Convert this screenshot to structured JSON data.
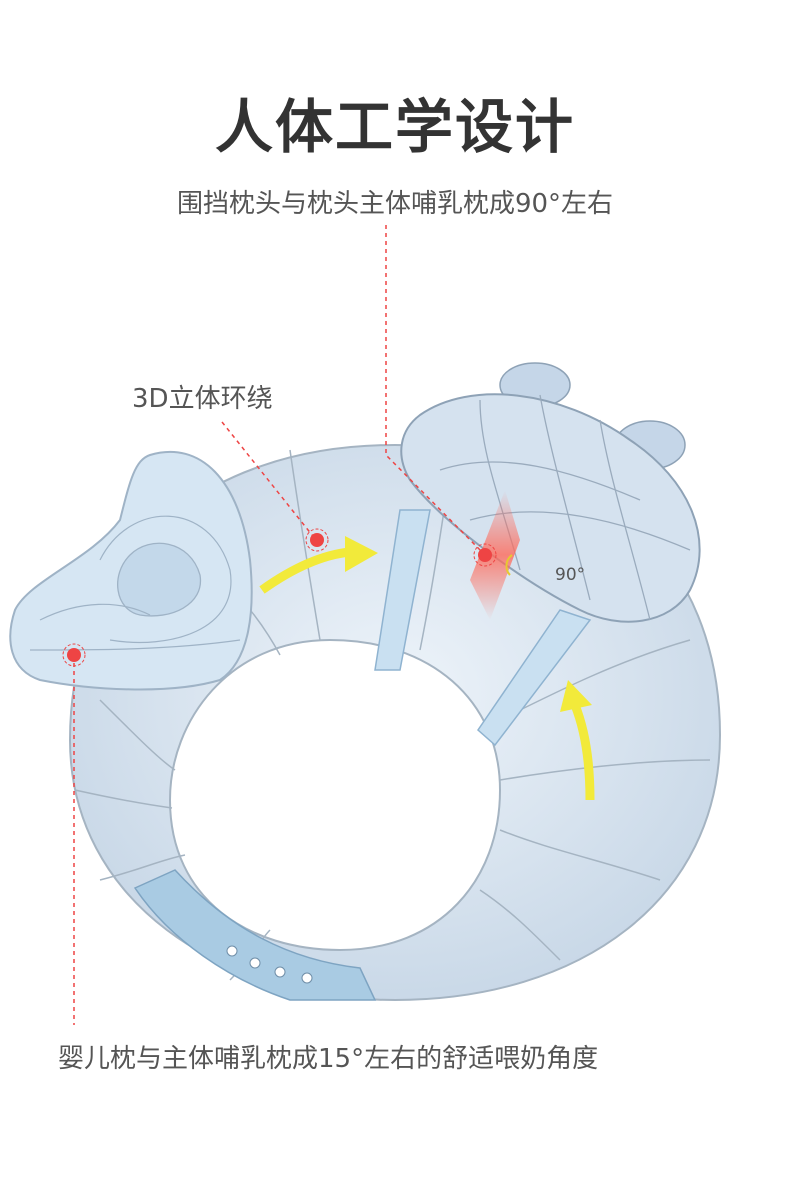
{
  "title": "人体工学设计",
  "subtitle": "围挡枕头与枕头主体哺乳枕成90°左右",
  "callout_3d": "3D立体环绕",
  "angle_label": "90°",
  "bottom_caption": "婴儿枕与主体哺乳枕成15°左右的舒适喂奶角度",
  "colors": {
    "pillow": "#dbe7f2",
    "strap": "#a9cbe3",
    "marker": "#ee4444",
    "arrow": "#f2ea3a",
    "text": "#444444"
  }
}
